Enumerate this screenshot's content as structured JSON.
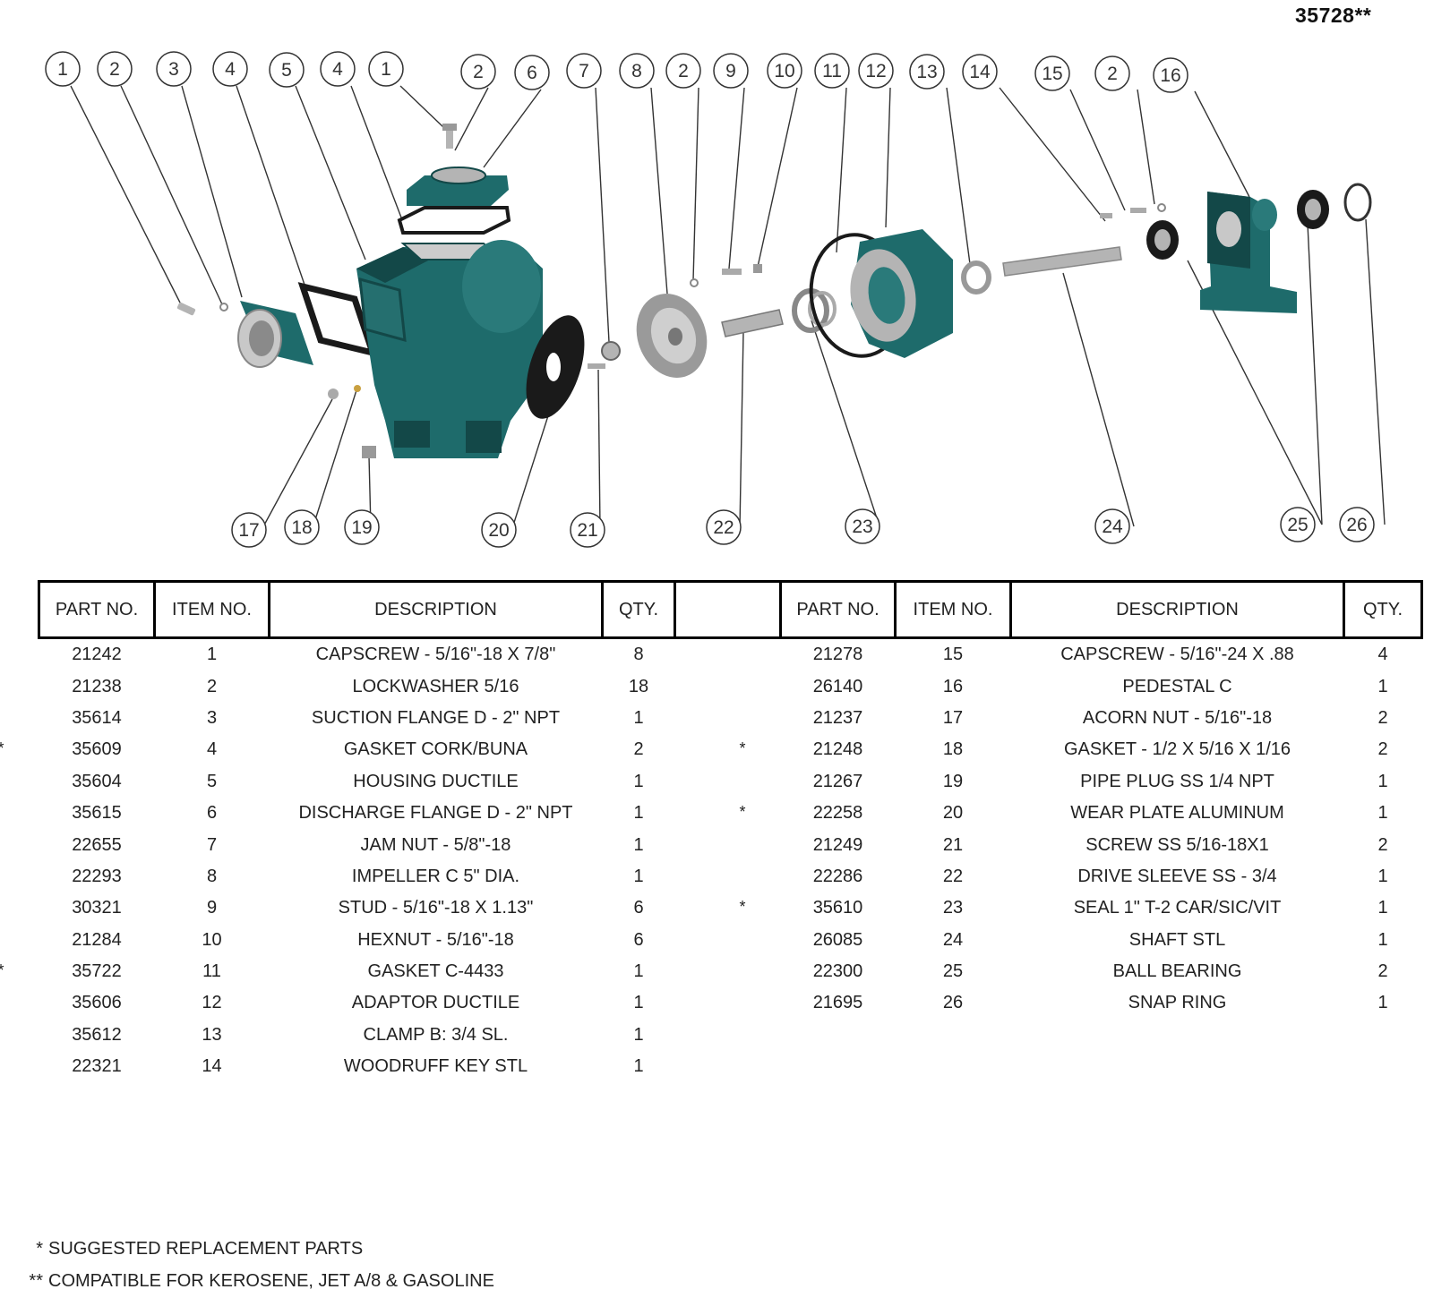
{
  "header": {
    "model_number": "35728**"
  },
  "diagram": {
    "callouts": [
      "1",
      "2",
      "3",
      "4",
      "5",
      "4",
      "1",
      "2",
      "6",
      "7",
      "8",
      "2",
      "9",
      "10",
      "11",
      "12",
      "13",
      "14",
      "15",
      "2",
      "16",
      "17",
      "18",
      "19",
      "20",
      "21",
      "22",
      "23",
      "24",
      "25",
      "26"
    ],
    "colors": {
      "part": "#1e6b6b",
      "part_dark": "#134848",
      "metal": "#b4b4b4",
      "gasket": "#1a1a1a"
    }
  },
  "table": {
    "headers": [
      "PART NO.",
      "ITEM NO.",
      "DESCRIPTION",
      "QTY.",
      "PART NO.",
      "ITEM NO.",
      "DESCRIPTION",
      "QTY."
    ],
    "left_rows": [
      {
        "mark": "",
        "part": "21242",
        "item": "1",
        "desc": "CAPSCREW - 5/16\"-18 X 7/8\"",
        "qty": "8"
      },
      {
        "mark": "",
        "part": "21238",
        "item": "2",
        "desc": "LOCKWASHER 5/16",
        "qty": "18"
      },
      {
        "mark": "",
        "part": "35614",
        "item": "3",
        "desc": "SUCTION FLANGE D - 2\"  NPT",
        "qty": "1"
      },
      {
        "mark": "*",
        "part": "35609",
        "item": "4",
        "desc": "GASKET CORK/BUNA",
        "qty": "2"
      },
      {
        "mark": "",
        "part": "35604",
        "item": "5",
        "desc": "HOUSING DUCTILE",
        "qty": "1"
      },
      {
        "mark": "",
        "part": "35615",
        "item": "6",
        "desc": "DISCHARGE FLANGE D - 2\"  NPT",
        "qty": "1"
      },
      {
        "mark": "",
        "part": "22655",
        "item": "7",
        "desc": "JAM NUT - 5/8\"-18",
        "qty": "1"
      },
      {
        "mark": "",
        "part": "22293",
        "item": "8",
        "desc": "IMPELLER  C 5\"  DIA.",
        "qty": "1"
      },
      {
        "mark": "",
        "part": "30321",
        "item": "9",
        "desc": "STUD - 5/16\"-18 X 1.13\"",
        "qty": "6"
      },
      {
        "mark": "",
        "part": "21284",
        "item": "10",
        "desc": "HEXNUT - 5/16\"-18",
        "qty": "6"
      },
      {
        "mark": "*",
        "part": "35722",
        "item": "11",
        "desc": "GASKET C-4433",
        "qty": "1"
      },
      {
        "mark": "",
        "part": "35606",
        "item": "12",
        "desc": "ADAPTOR DUCTILE",
        "qty": "1"
      },
      {
        "mark": "",
        "part": "35612",
        "item": "13",
        "desc": "CLAMP B: 3/4 SL.",
        "qty": "1"
      },
      {
        "mark": "",
        "part": "22321",
        "item": "14",
        "desc": "WOODRUFF KEY STL",
        "qty": "1"
      }
    ],
    "right_rows": [
      {
        "mark": "",
        "part": "21278",
        "item": "15",
        "desc": "CAPSCREW - 5/16\"-24  X .88",
        "qty": "4"
      },
      {
        "mark": "",
        "part": "26140",
        "item": "16",
        "desc": "PEDESTAL C",
        "qty": "1"
      },
      {
        "mark": "",
        "part": "21237",
        "item": "17",
        "desc": "ACORN NUT - 5/16\"-18",
        "qty": "2"
      },
      {
        "mark": "*",
        "part": "21248",
        "item": "18",
        "desc": "GASKET - 1/2 X 5/16 X 1/16",
        "qty": "2"
      },
      {
        "mark": "",
        "part": "21267",
        "item": "19",
        "desc": "PIPE PLUG SS 1/4 NPT",
        "qty": "1"
      },
      {
        "mark": "*",
        "part": "22258",
        "item": "20",
        "desc": "WEAR PLATE ALUMINUM",
        "qty": "1"
      },
      {
        "mark": "",
        "part": "21249",
        "item": "21",
        "desc": "SCREW SS 5/16-18X1",
        "qty": "2"
      },
      {
        "mark": "",
        "part": "22286",
        "item": "22",
        "desc": "DRIVE SLEEVE SS - 3/4",
        "qty": "1"
      },
      {
        "mark": "*",
        "part": "35610",
        "item": "23",
        "desc": "SEAL 1\" T-2 CAR/SIC/VIT",
        "qty": "1"
      },
      {
        "mark": "",
        "part": "26085",
        "item": "24",
        "desc": "SHAFT STL",
        "qty": "1"
      },
      {
        "mark": "",
        "part": "22300",
        "item": "25",
        "desc": "BALL BEARING",
        "qty": "2"
      },
      {
        "mark": "",
        "part": "21695",
        "item": "26",
        "desc": "SNAP RING",
        "qty": "1"
      }
    ]
  },
  "footnotes": [
    {
      "mark": "*",
      "text": "SUGGESTED REPLACEMENT PARTS"
    },
    {
      "mark": "**",
      "text": "COMPATIBLE FOR KEROSENE, JET A/8 & GASOLINE"
    }
  ]
}
